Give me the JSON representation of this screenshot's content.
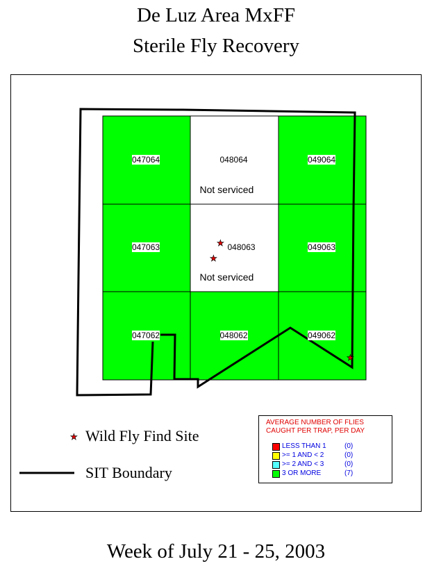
{
  "title_line1": "De Luz Area MxFF",
  "title_line2": "Sterile Fly Recovery",
  "grid": [
    {
      "id": "047064",
      "status": "",
      "color": "#00ff00"
    },
    {
      "id": "048064",
      "status": "Not serviced",
      "color": "#ffffff"
    },
    {
      "id": "049064",
      "status": "",
      "color": "#00ff00"
    },
    {
      "id": "047063",
      "status": "",
      "color": "#00ff00"
    },
    {
      "id": "048063",
      "status": "Not serviced",
      "color": "#ffffff"
    },
    {
      "id": "049063",
      "status": "",
      "color": "#00ff00"
    },
    {
      "id": "047062",
      "status": "",
      "color": "#00ff00"
    },
    {
      "id": "048062",
      "status": "",
      "color": "#00ff00"
    },
    {
      "id": "049062",
      "status": "",
      "color": "#00ff00"
    }
  ],
  "map_legend": {
    "wild_fly": "Wild Fly Find Site",
    "boundary": "SIT Boundary"
  },
  "legend": {
    "heading1": "AVERAGE NUMBER OF FLIES",
    "heading2": "CAUGHT PER TRAP, PER DAY",
    "items": [
      {
        "label": "LESS THAN 1",
        "count": "(0)",
        "color": "#ff0000"
      },
      {
        "label": ">= 1 AND < 2",
        "count": "(0)",
        "color": "#ffff00"
      },
      {
        "label": ">= 2 AND < 3",
        "count": "(0)",
        "color": "#55ffff"
      },
      {
        "label": "3 OR MORE",
        "count": "(7)",
        "color": "#00ff00"
      }
    ]
  },
  "footer": "Week of July 21 - 25, 2003"
}
